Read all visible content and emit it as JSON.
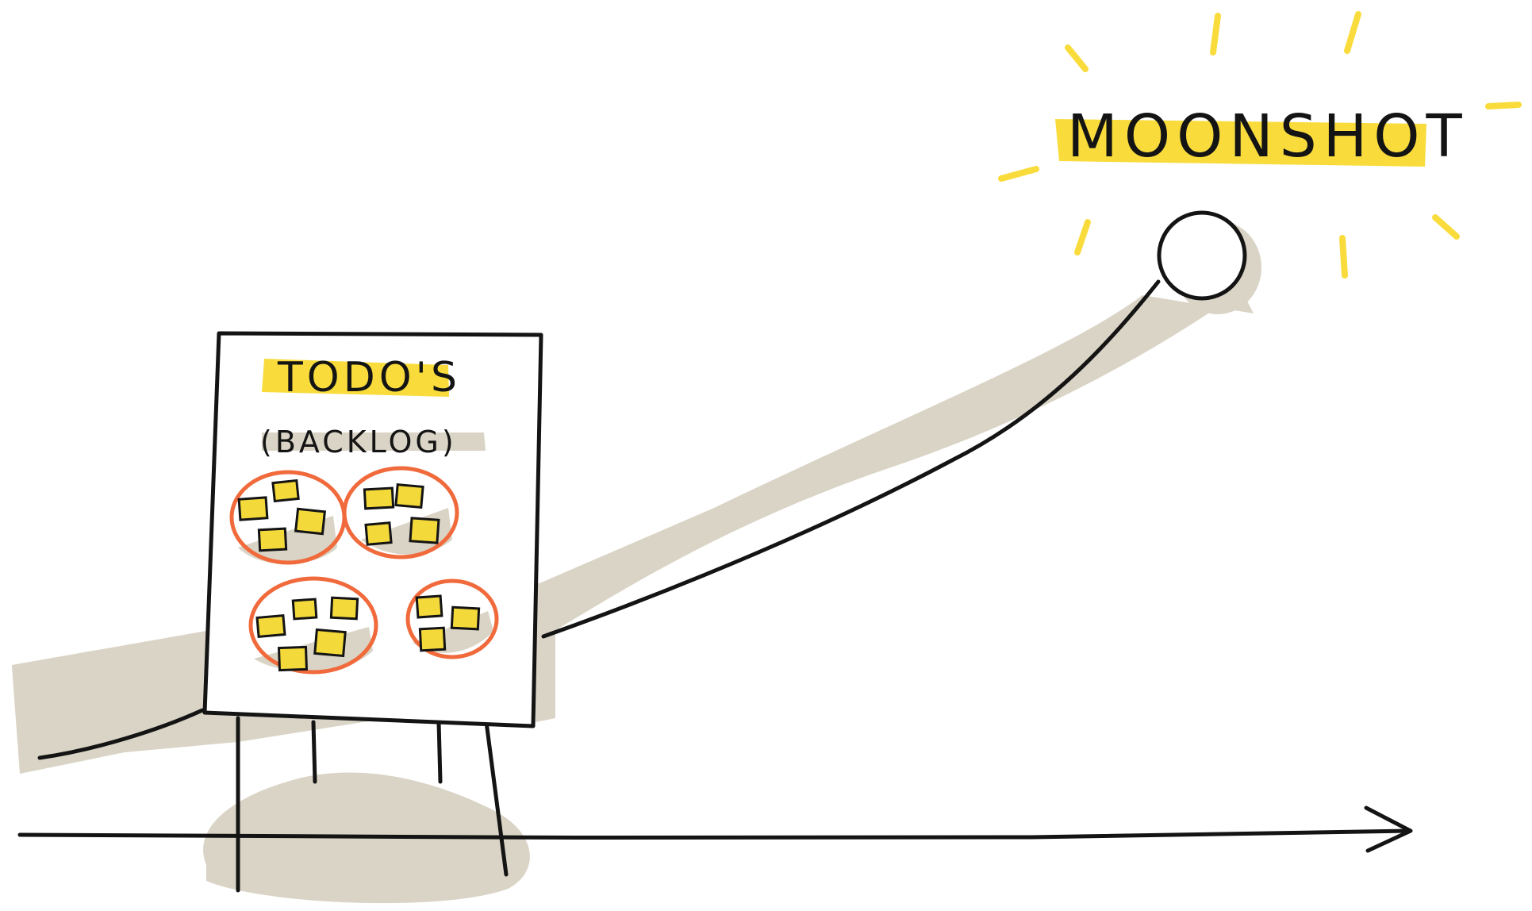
{
  "moonshot": {
    "label": "MOONSHOT"
  },
  "board": {
    "title": "TODO'S",
    "subtitle": "(BACKLOG)"
  },
  "colors": {
    "ink": "#141414",
    "highlight": "#f9dc3c",
    "sticky": "#f3d93a",
    "circle": "#f06a3c",
    "shadow": "#dad4c6",
    "paper": "#ffffff",
    "moon": "#ffffff"
  }
}
